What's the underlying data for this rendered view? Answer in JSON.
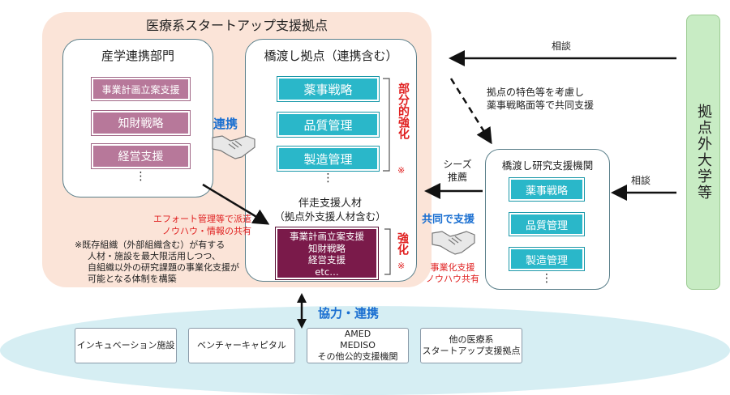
{
  "hub": {
    "title": "医療系スタートアップ支援拠点"
  },
  "sangaku": {
    "title": "産学連携部門",
    "items": [
      "事業計画立案支援",
      "知財戦略",
      "経営支援"
    ],
    "dots": "⋮"
  },
  "hashiwatashi": {
    "title": "橋渡し拠点（連携含む）",
    "items": [
      "薬事戦略",
      "品質管理",
      "製造管理"
    ],
    "dots": "⋮",
    "partial_label": "部分的強化",
    "partial_mark": "※"
  },
  "renkei_label": "連携",
  "bansou": {
    "title_line1": "伴走支援人材",
    "title_line2": "（拠点外支援人材含む）",
    "items": [
      "事業計画立案支援",
      "知財戦略",
      "経営支援",
      "etc…"
    ],
    "kyouka_label": "強化",
    "kyouka_mark": "※"
  },
  "effort": {
    "line1": "エフォート管理等で派遣",
    "line2": "ノウハウ・情報の共有"
  },
  "note": {
    "line1": "※既存組織（外部組織含む）が有する",
    "line2": "人材・施設を最大限活用しつつ、",
    "line3": "自組織以外の研究課題の事業化支援が",
    "line4": "可能となる体制を構築"
  },
  "external": {
    "title": "拠点外大学等"
  },
  "soudan_top": "相談",
  "soudan_mid": "相談",
  "consider": {
    "line1": "拠点の特色等を考慮し",
    "line2": "薬事戦略面等で共同支援"
  },
  "seeds": {
    "line1": "シーズ",
    "line2": "推薦"
  },
  "kyoudou_label": "共同で支援",
  "knowhow": {
    "line1": "事業化支援",
    "line2": "ノウハウ共有"
  },
  "research": {
    "title": "橋渡し研究支援機関",
    "items": [
      "薬事戦略",
      "品質管理",
      "製造管理"
    ],
    "dots": "⋮"
  },
  "kyouryoku_label": "協力・連携",
  "partners": [
    {
      "line1": "インキュベーション施設",
      "line2": "",
      "line3": ""
    },
    {
      "line1": "ベンチャーキャピタル",
      "line2": "",
      "line3": ""
    },
    {
      "line1": "AMED",
      "line2": "MEDISO",
      "line3": "その他公的支援機関"
    },
    {
      "line1": "他の医療系",
      "line2": "スタートアップ支援拠点",
      "line3": ""
    }
  ],
  "colors": {
    "hub_bg": "#fbe4d8",
    "teal": "#2ab7c9",
    "purple": "#b7789a",
    "dark_purple": "#7a1a4a",
    "green": "#c8ecc4",
    "red": "#e02020",
    "blue": "#1a6fd1"
  }
}
